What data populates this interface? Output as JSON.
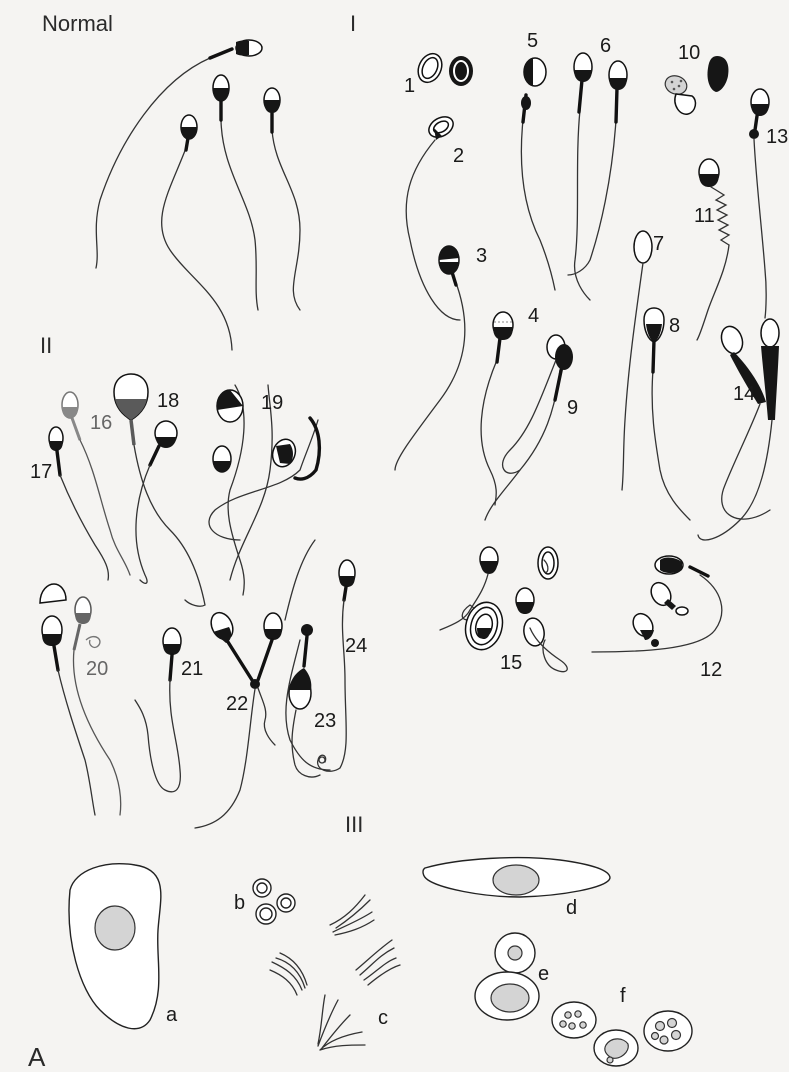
{
  "sections": {
    "normal": "Normal",
    "group_1": "I",
    "group_2": "II",
    "group_3": "III"
  },
  "panel_label": "A",
  "numbers": [
    "1",
    "2",
    "3",
    "4",
    "5",
    "6",
    "7",
    "8",
    "9",
    "10",
    "11",
    "12",
    "13",
    "14",
    "15",
    "16",
    "17",
    "18",
    "19",
    "20",
    "21",
    "22",
    "23",
    "24"
  ],
  "letters": [
    "a",
    "b",
    "c",
    "d",
    "e",
    "f"
  ]
}
